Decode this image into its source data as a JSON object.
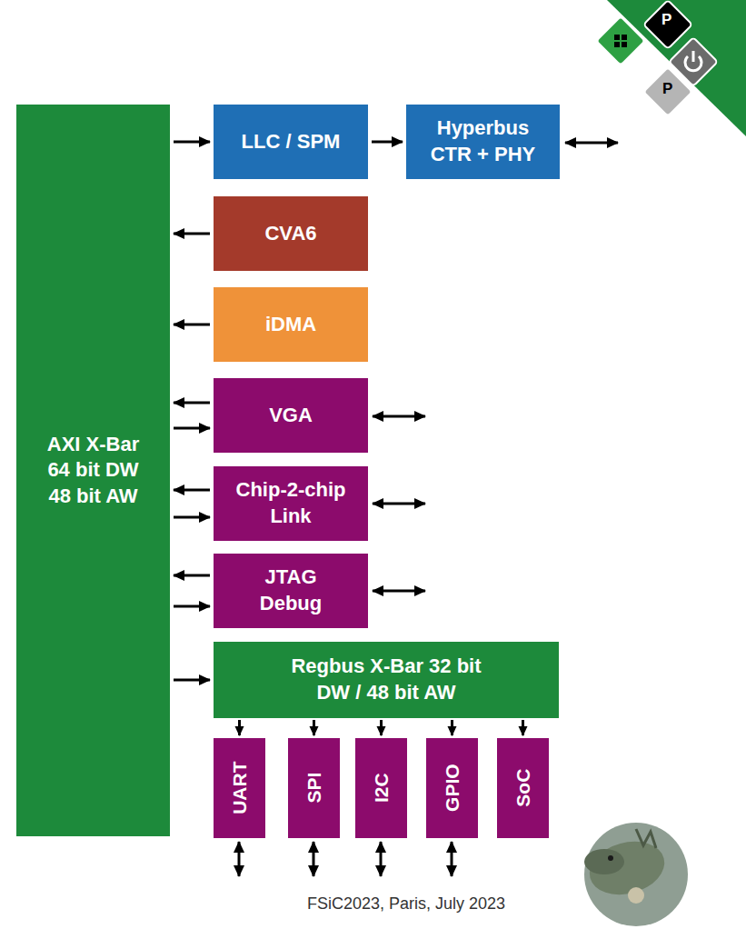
{
  "diagram": {
    "nodes": [
      {
        "text": [
          "AXI X-Bar 64 bit DW 48 bit AW"
        ]
      },
      {
        "text": [
          "LLC / SPM"
        ]
      },
      {
        "text": [
          "Hyperbus CTR + PHY"
        ]
      },
      {
        "text": [
          "CVA6"
        ]
      },
      {
        "text": [
          "iDMA"
        ]
      },
      {
        "text": [
          "VGA"
        ]
      },
      {
        "text": [
          "Chip-2-chip Link"
        ]
      },
      {
        "text": [
          "JTAG Debug"
        ]
      },
      {
        "text": [
          "Regbus X-Bar 32 bit DW / 48 bit AW"
        ]
      },
      {
        "text": [
          "UART"
        ]
      },
      {
        "text": [
          "SPI"
        ]
      },
      {
        "text": [
          "I2C"
        ]
      },
      {
        "text": [
          "GPIO"
        ]
      },
      {
        "text": [
          "SoC"
        ]
      }
    ],
    "edges": [
      {
        "from": 0,
        "to": 1,
        "arrow": "to"
      },
      {
        "from": 1,
        "to": 2,
        "arrow": "to"
      },
      {
        "from": 3,
        "to": 0,
        "arrow": "to"
      },
      {
        "from": 4,
        "to": 0,
        "arrow": "to"
      },
      {
        "from": 5,
        "to": 0,
        "arrow": "to"
      },
      {
        "from": 0,
        "to": 5,
        "arrow": "to"
      },
      {
        "from": 6,
        "to": 0,
        "arrow": "to"
      },
      {
        "from": 0,
        "to": 6,
        "arrow": "to"
      },
      {
        "from": 7,
        "to": 0,
        "arrow": "to"
      },
      {
        "from": 0,
        "to": 7,
        "arrow": "to"
      },
      {
        "from": 0,
        "to": 8,
        "arrow": "to"
      },
      {
        "from": 8,
        "to": 9,
        "arrow": "to"
      },
      {
        "from": 8,
        "to": 10,
        "arrow": "to"
      },
      {
        "from": 8,
        "to": 11,
        "arrow": "to"
      },
      {
        "from": 8,
        "to": 12,
        "arrow": "to"
      },
      {
        "from": 8,
        "to": 13,
        "arrow": "to"
      }
    ],
    "labels": [
      "FSiC2023, Paris, July 2023",
      "P",
      "P"
    ]
  }
}
